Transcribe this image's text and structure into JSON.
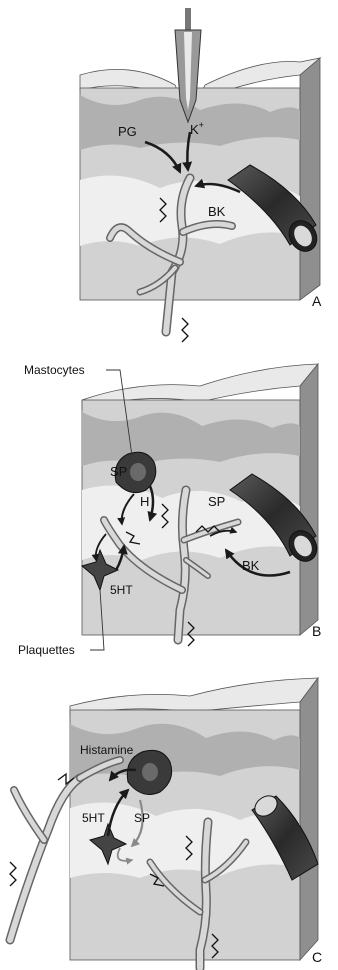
{
  "panels": [
    {
      "id": "A",
      "letter": "A",
      "labels": {
        "pg": "PG",
        "k": "K",
        "k_sup": "+",
        "bk": "BK"
      }
    },
    {
      "id": "B",
      "letter": "B",
      "labels": {
        "mastocytes": "Mastocytes",
        "sp_left": "SP",
        "h": "H",
        "sp_right": "SP",
        "bk": "BK",
        "ht5": "5HT",
        "plaquettes": "Plaquettes"
      }
    },
    {
      "id": "C",
      "letter": "C",
      "labels": {
        "histamine": "Histamine",
        "ht5": "5HT",
        "sp": "SP"
      }
    }
  ],
  "colors": {
    "skin_top": "#e9e9e9",
    "skin_front": "#cfcfcf",
    "skin_side": "#8a8a8a",
    "band_dark": "#a9a9a9",
    "band_light": "#efefef",
    "nerve": "#c4c4c4",
    "vessel": "#3a3a3a",
    "cell": "#4a4a4a",
    "arrow": "#1a1a1a"
  }
}
